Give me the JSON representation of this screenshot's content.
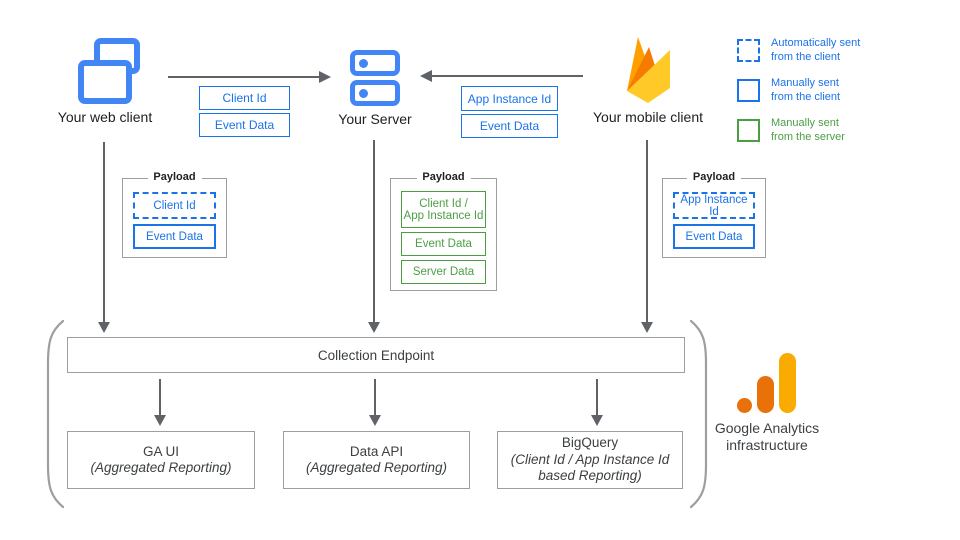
{
  "clients": {
    "web": {
      "label": "Your web client"
    },
    "server": {
      "label": "Your Server"
    },
    "mobile": {
      "label": "Your mobile client"
    }
  },
  "legend": {
    "items": [
      {
        "style": "dashed-blue",
        "text": "Automatically sent\nfrom the client"
      },
      {
        "style": "solid-blue",
        "text": "Manually sent\nfrom the client"
      },
      {
        "style": "solid-green",
        "text": "Manually sent\nfrom the server"
      }
    ]
  },
  "flow_web_to_server": {
    "fields": [
      {
        "label": "Client Id"
      },
      {
        "label": "Event Data"
      }
    ]
  },
  "flow_mobile_to_server": {
    "fields": [
      {
        "label": "App Instance Id"
      },
      {
        "label": "Event Data"
      }
    ]
  },
  "payload_web": {
    "title": "Payload",
    "fields": [
      {
        "label": "Client Id",
        "style": "dashed-blue"
      },
      {
        "label": "Event Data",
        "style": "solid-blue"
      }
    ]
  },
  "payload_server": {
    "title": "Payload",
    "fields": [
      {
        "label": "Client Id /\nApp Instance Id",
        "style": "solid-green"
      },
      {
        "label": "Event Data",
        "style": "solid-green"
      },
      {
        "label": "Server Data",
        "style": "solid-green"
      }
    ]
  },
  "payload_mobile": {
    "title": "Payload",
    "fields": [
      {
        "label": "App Instance Id",
        "style": "dashed-blue"
      },
      {
        "label": "Event Data",
        "style": "solid-blue"
      }
    ]
  },
  "infrastructure": {
    "collection_endpoint": "Collection Endpoint",
    "outputs": [
      {
        "title": "GA UI",
        "subtitle": "(Aggregated Reporting)"
      },
      {
        "title": "Data API",
        "subtitle": "(Aggregated Reporting)"
      },
      {
        "title": "BigQuery",
        "subtitle": "(Client Id / App Instance Id\nbased Reporting)"
      }
    ],
    "label": "Google Analytics\ninfrastructure"
  },
  "colors": {
    "blue": "#1A73E8",
    "icon_blue": "#4285F4",
    "green": "#4C9E45",
    "arrow_gray": "#5F6368",
    "box_border_gray": "#9E9E9E",
    "text_dark": "#202124",
    "ga_orange": "#E8710A",
    "ga_amber": "#F9AB00",
    "firebase_yellow": "#FFCA28",
    "firebase_orange": "#FFA000",
    "firebase_dark_orange": "#F57C00"
  }
}
